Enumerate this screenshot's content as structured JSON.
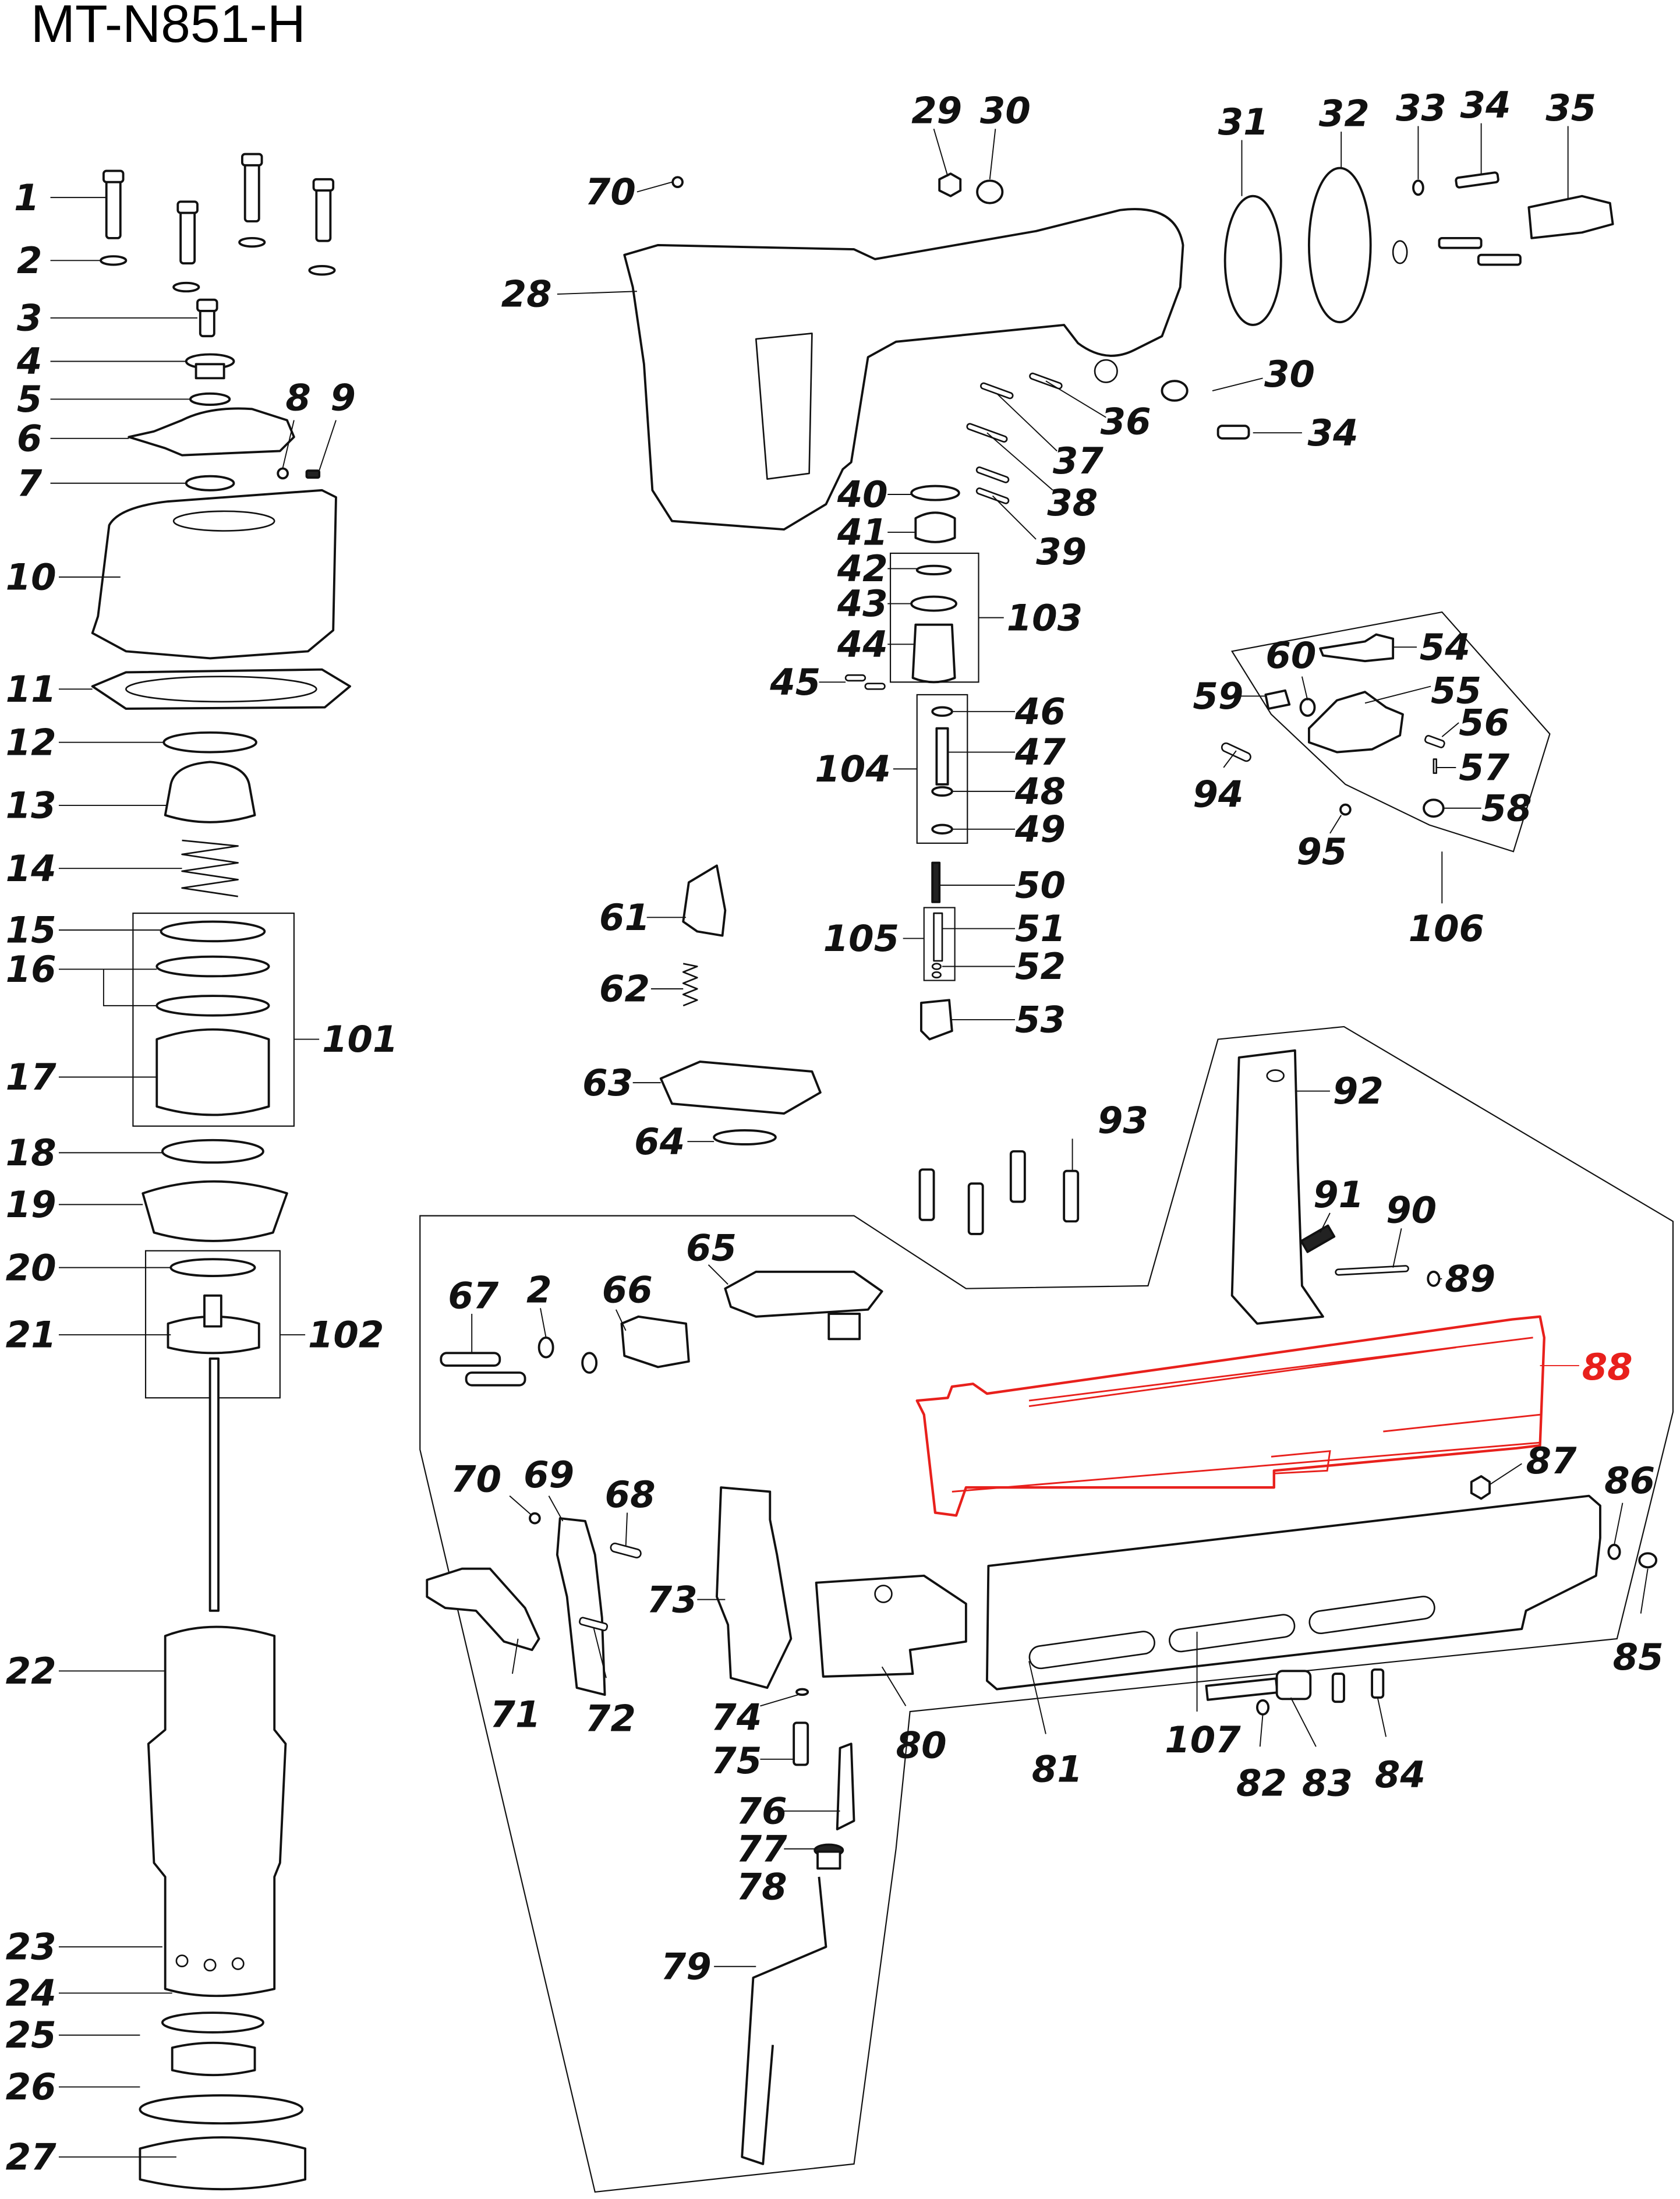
{
  "title": "MT-N851-H",
  "highlight_color": "#e8201c",
  "highlighted_part": "88",
  "callouts": [
    {
      "id": "1",
      "label": "1"
    },
    {
      "id": "2",
      "label": "2"
    },
    {
      "id": "3",
      "label": "3"
    },
    {
      "id": "4",
      "label": "4"
    },
    {
      "id": "5",
      "label": "5"
    },
    {
      "id": "6",
      "label": "6"
    },
    {
      "id": "7",
      "label": "7"
    },
    {
      "id": "8",
      "label": "8"
    },
    {
      "id": "9",
      "label": "9"
    },
    {
      "id": "10",
      "label": "10"
    },
    {
      "id": "11",
      "label": "11"
    },
    {
      "id": "12",
      "label": "12"
    },
    {
      "id": "13",
      "label": "13"
    },
    {
      "id": "14",
      "label": "14"
    },
    {
      "id": "15",
      "label": "15"
    },
    {
      "id": "16",
      "label": "16"
    },
    {
      "id": "17",
      "label": "17"
    },
    {
      "id": "18",
      "label": "18"
    },
    {
      "id": "19",
      "label": "19"
    },
    {
      "id": "20",
      "label": "20"
    },
    {
      "id": "21",
      "label": "21"
    },
    {
      "id": "22",
      "label": "22"
    },
    {
      "id": "23",
      "label": "23"
    },
    {
      "id": "24",
      "label": "24"
    },
    {
      "id": "25",
      "label": "25"
    },
    {
      "id": "26",
      "label": "26"
    },
    {
      "id": "27",
      "label": "27"
    },
    {
      "id": "28",
      "label": "28"
    },
    {
      "id": "29",
      "label": "29"
    },
    {
      "id": "30a",
      "label": "30"
    },
    {
      "id": "30b",
      "label": "30"
    },
    {
      "id": "31",
      "label": "31"
    },
    {
      "id": "32",
      "label": "32"
    },
    {
      "id": "33",
      "label": "33"
    },
    {
      "id": "34a",
      "label": "34"
    },
    {
      "id": "34b",
      "label": "34"
    },
    {
      "id": "35",
      "label": "35"
    },
    {
      "id": "36",
      "label": "36"
    },
    {
      "id": "37",
      "label": "37"
    },
    {
      "id": "38",
      "label": "38"
    },
    {
      "id": "39",
      "label": "39"
    },
    {
      "id": "40",
      "label": "40"
    },
    {
      "id": "41",
      "label": "41"
    },
    {
      "id": "42",
      "label": "42"
    },
    {
      "id": "43",
      "label": "43"
    },
    {
      "id": "44",
      "label": "44"
    },
    {
      "id": "45",
      "label": "45"
    },
    {
      "id": "46",
      "label": "46"
    },
    {
      "id": "47",
      "label": "47"
    },
    {
      "id": "48",
      "label": "48"
    },
    {
      "id": "49",
      "label": "49"
    },
    {
      "id": "50",
      "label": "50"
    },
    {
      "id": "51",
      "label": "51"
    },
    {
      "id": "52",
      "label": "52"
    },
    {
      "id": "53",
      "label": "53"
    },
    {
      "id": "54",
      "label": "54"
    },
    {
      "id": "55",
      "label": "55"
    },
    {
      "id": "56",
      "label": "56"
    },
    {
      "id": "57",
      "label": "57"
    },
    {
      "id": "58",
      "label": "58"
    },
    {
      "id": "59",
      "label": "59"
    },
    {
      "id": "60",
      "label": "60"
    },
    {
      "id": "61",
      "label": "61"
    },
    {
      "id": "62",
      "label": "62"
    },
    {
      "id": "63",
      "label": "63"
    },
    {
      "id": "64",
      "label": "64"
    },
    {
      "id": "65",
      "label": "65"
    },
    {
      "id": "66",
      "label": "66"
    },
    {
      "id": "67",
      "label": "67"
    },
    {
      "id": "2b",
      "label": "2"
    },
    {
      "id": "68",
      "label": "68"
    },
    {
      "id": "69",
      "label": "69"
    },
    {
      "id": "70a",
      "label": "70"
    },
    {
      "id": "70b",
      "label": "70"
    },
    {
      "id": "71",
      "label": "71"
    },
    {
      "id": "72",
      "label": "72"
    },
    {
      "id": "73",
      "label": "73"
    },
    {
      "id": "74",
      "label": "74"
    },
    {
      "id": "75",
      "label": "75"
    },
    {
      "id": "76",
      "label": "76"
    },
    {
      "id": "77",
      "label": "77"
    },
    {
      "id": "78",
      "label": "78"
    },
    {
      "id": "79",
      "label": "79"
    },
    {
      "id": "80",
      "label": "80"
    },
    {
      "id": "81",
      "label": "81"
    },
    {
      "id": "82",
      "label": "82"
    },
    {
      "id": "83",
      "label": "83"
    },
    {
      "id": "84",
      "label": "84"
    },
    {
      "id": "85",
      "label": "85"
    },
    {
      "id": "86",
      "label": "86"
    },
    {
      "id": "87",
      "label": "87"
    },
    {
      "id": "88",
      "label": "88"
    },
    {
      "id": "89",
      "label": "89"
    },
    {
      "id": "90",
      "label": "90"
    },
    {
      "id": "91",
      "label": "91"
    },
    {
      "id": "92",
      "label": "92"
    },
    {
      "id": "93",
      "label": "93"
    },
    {
      "id": "94",
      "label": "94"
    },
    {
      "id": "95",
      "label": "95"
    },
    {
      "id": "101",
      "label": "101"
    },
    {
      "id": "102",
      "label": "102"
    },
    {
      "id": "103",
      "label": "103"
    },
    {
      "id": "104",
      "label": "104"
    },
    {
      "id": "105",
      "label": "105"
    },
    {
      "id": "106",
      "label": "106"
    },
    {
      "id": "107",
      "label": "107"
    }
  ]
}
